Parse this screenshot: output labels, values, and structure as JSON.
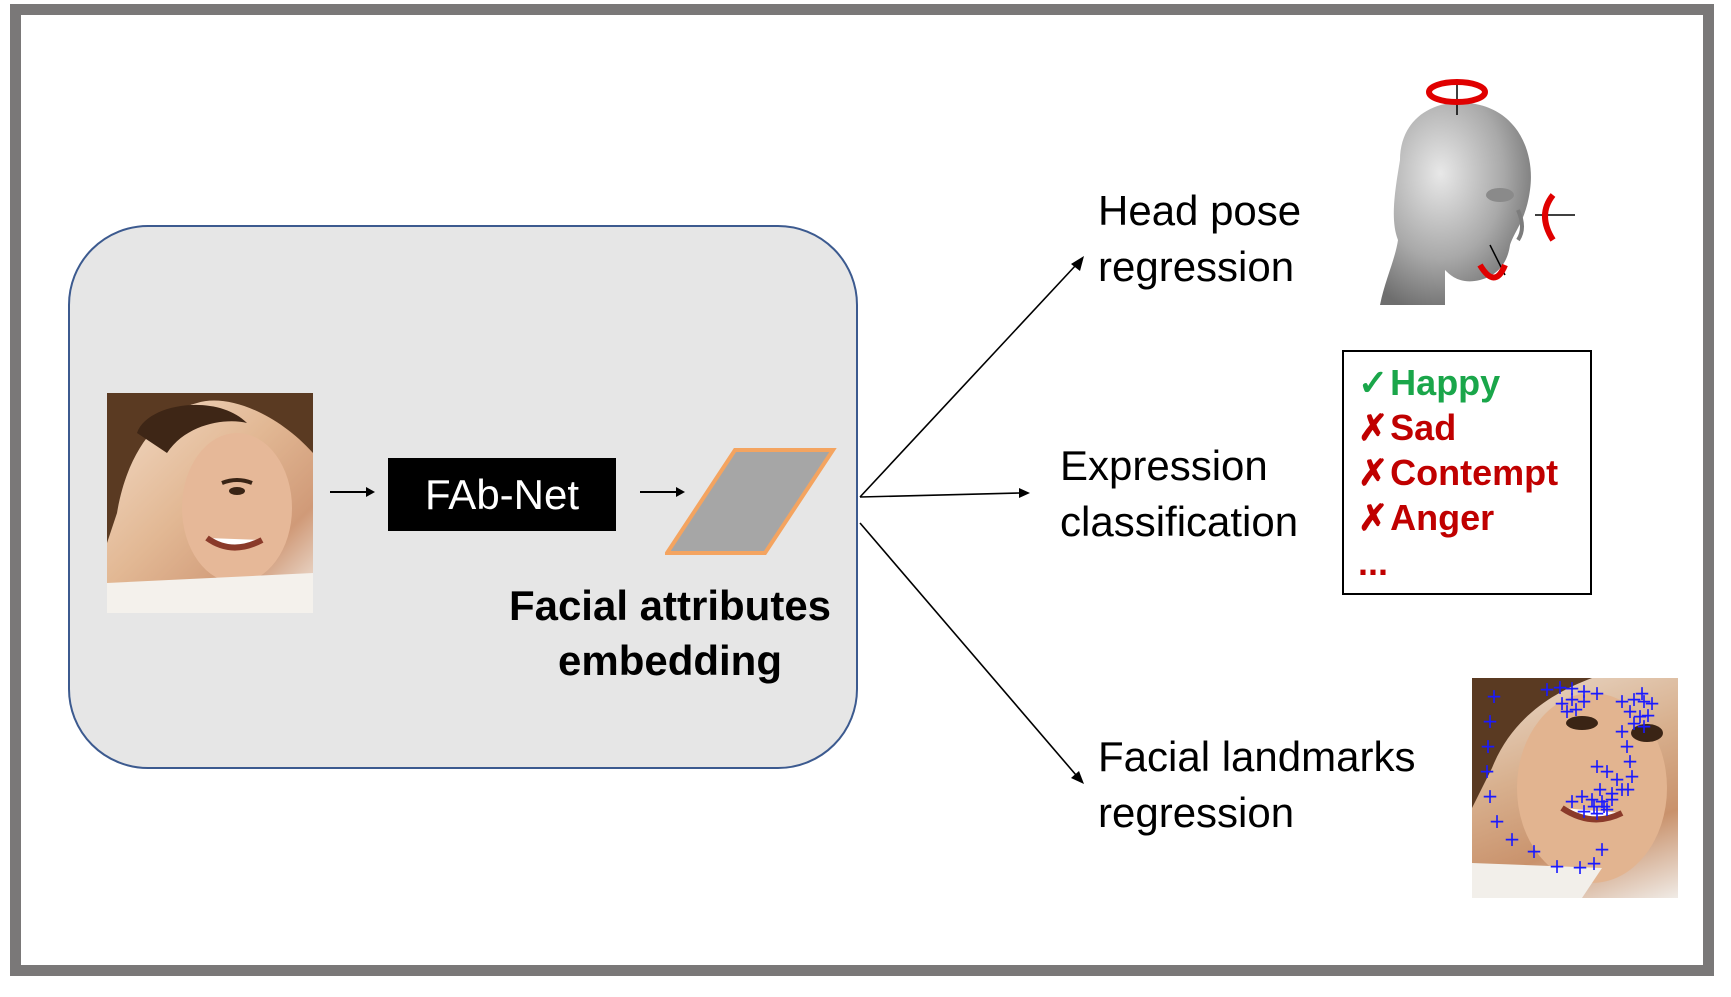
{
  "fabnet_label": "FAb-Net",
  "embedding_label": {
    "line1": "Facial attributes",
    "line2": "embedding"
  },
  "tasks": {
    "head_pose": {
      "line1": "Head pose",
      "line2": "regression"
    },
    "expression": {
      "line1": "Expression",
      "line2": "classification"
    },
    "landmarks": {
      "line1": "Facial landmarks",
      "line2": "regression"
    }
  },
  "expression_list": [
    {
      "mark": "✓",
      "label": "Happy",
      "color": "#1aa64a"
    },
    {
      "mark": "✗",
      "label": "Sad",
      "color": "#c00000"
    },
    {
      "mark": "✗",
      "label": "Contempt",
      "color": "#c00000"
    },
    {
      "mark": "✗",
      "label": "Anger",
      "color": "#c00000"
    },
    {
      "mark": "",
      "label": "...",
      "color": "#c00000"
    }
  ],
  "colors": {
    "panel_fill": "#e6e6e6",
    "panel_border": "#3c5a8f",
    "frame": "#7a7878",
    "embedding_bar": "#a6a6a6",
    "embedding_outline": "#f4a460",
    "rotation_arrows": "#e00000",
    "landmark_marks": "#1a1aff"
  },
  "icons": {
    "input_face": "face-photo",
    "head_model": "head-3d-render-icon",
    "landmark_face": "face-landmarks-photo"
  }
}
